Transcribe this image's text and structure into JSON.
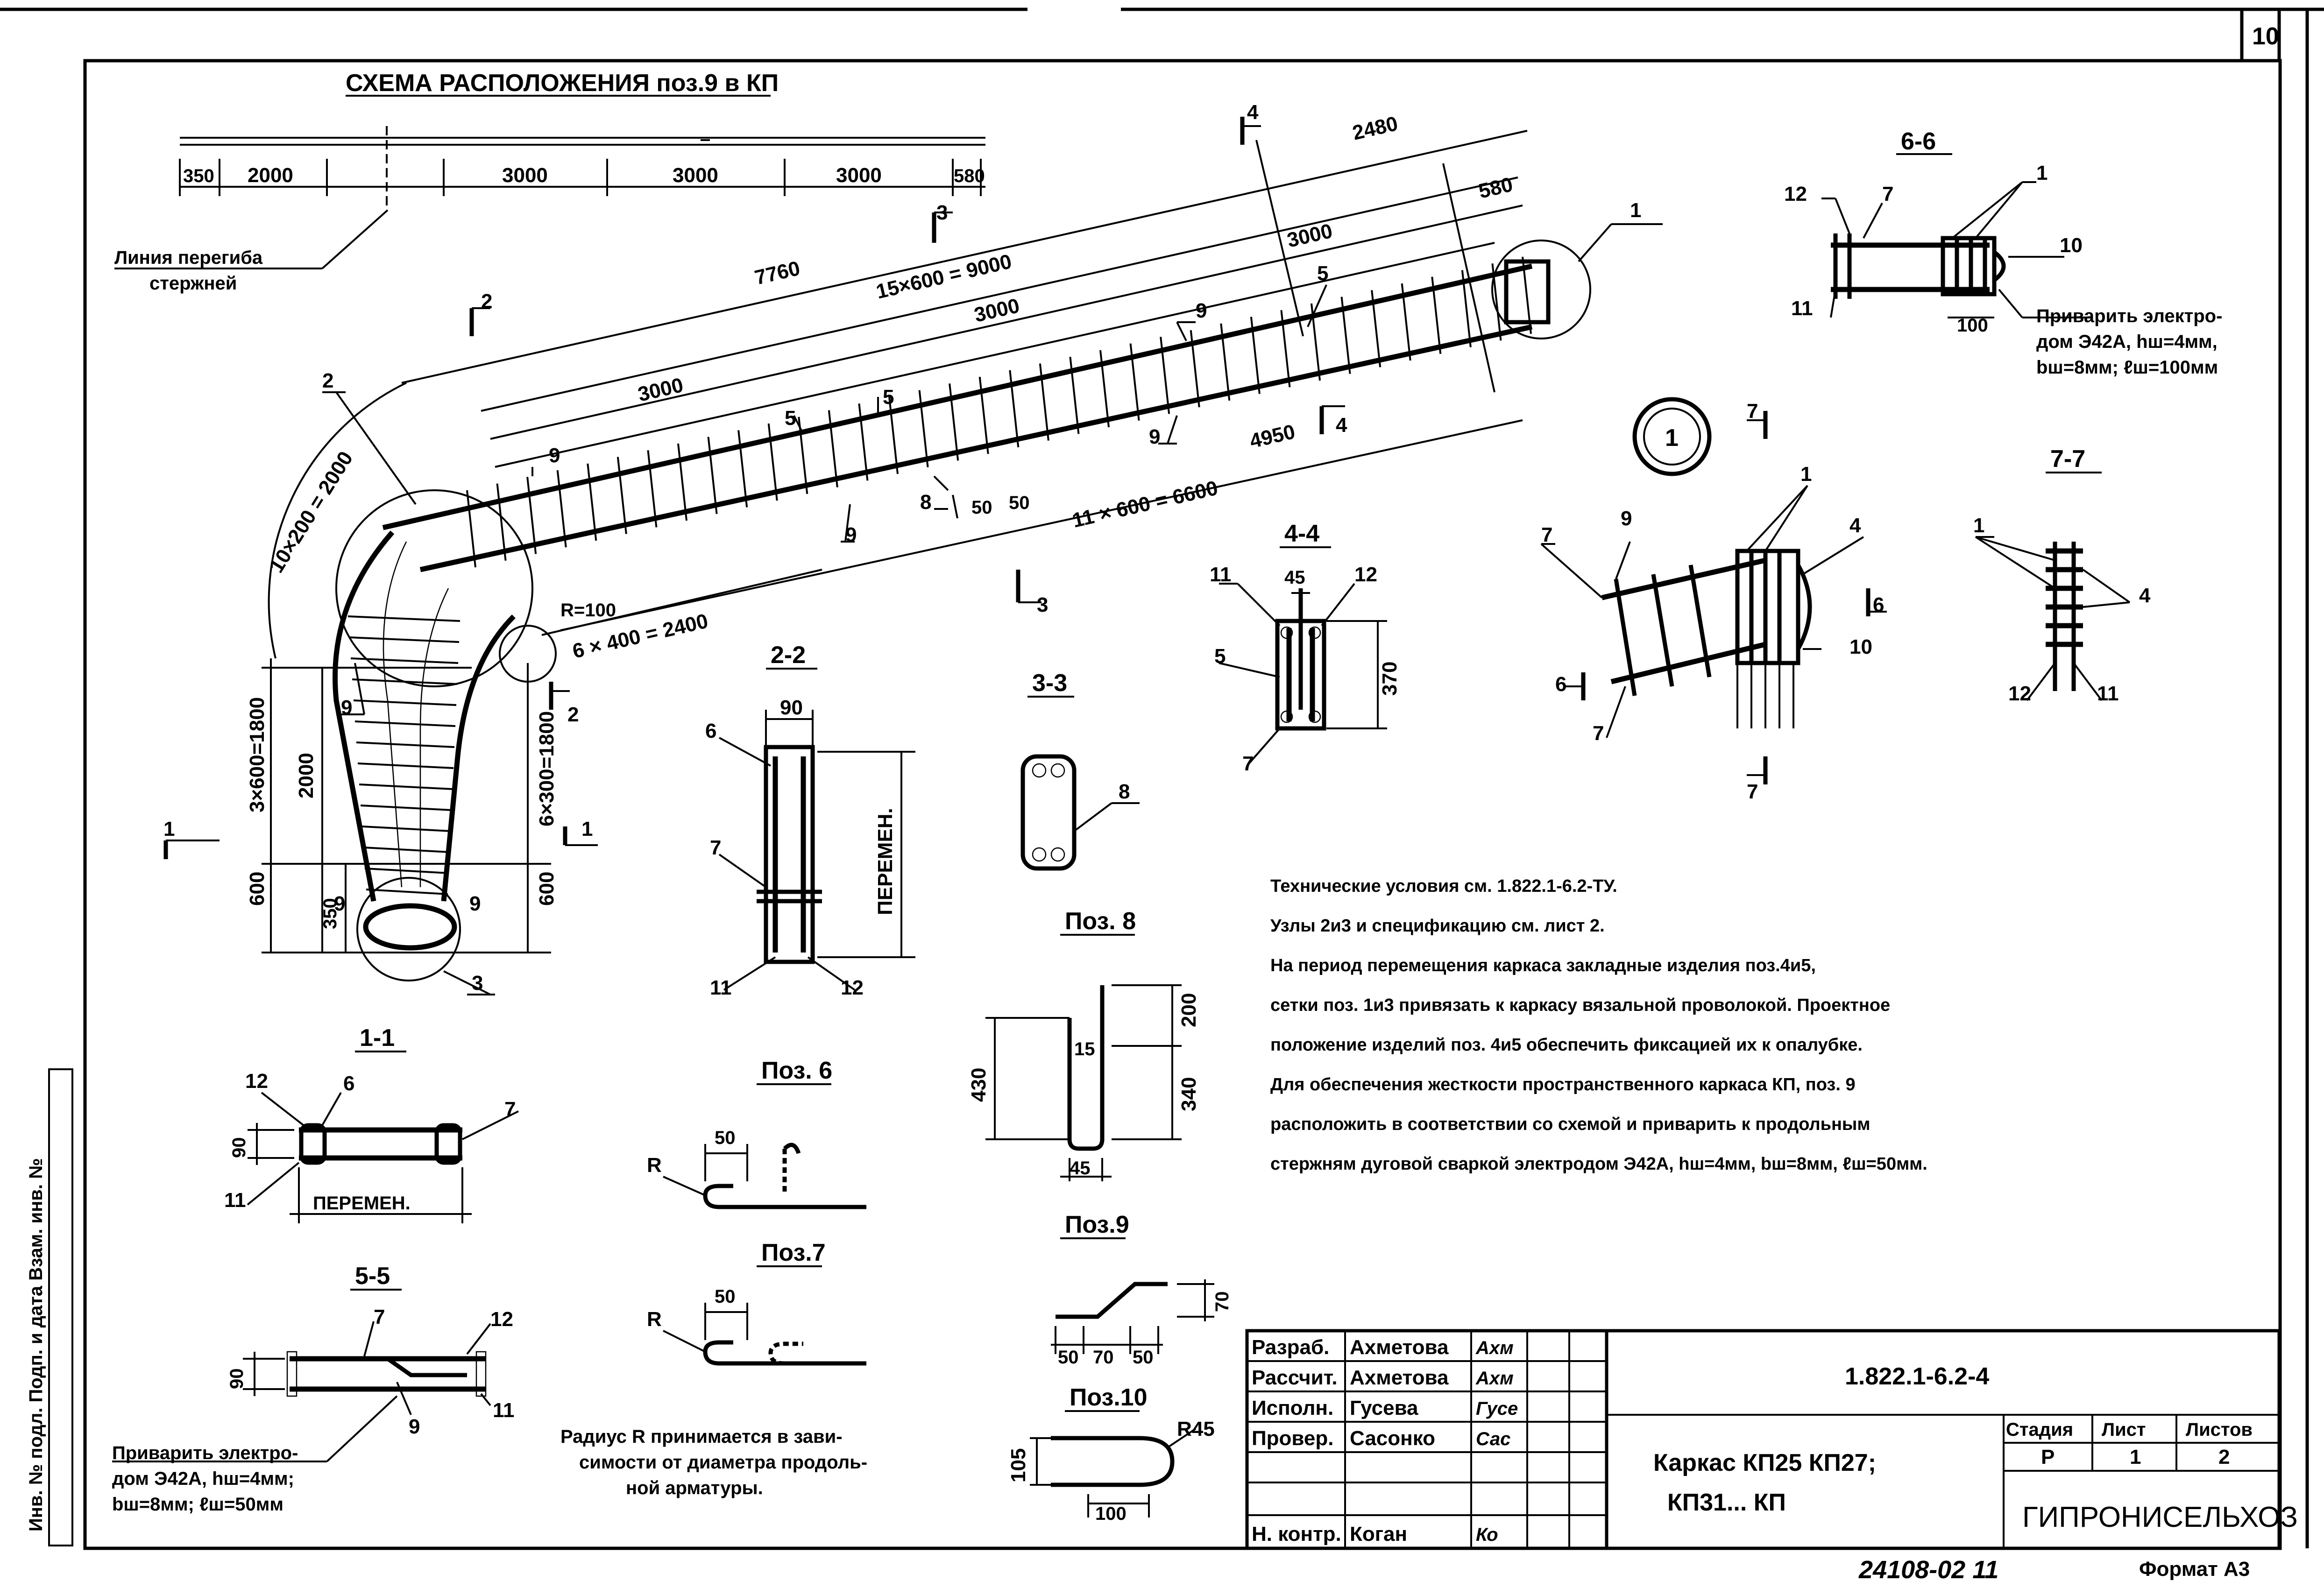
{
  "sheet": {
    "page_number": "10",
    "format": "Формат А3",
    "inventory_number": "24108-02 11"
  },
  "scheme": {
    "title": "СХЕМА РАСПОЛОЖЕНИЯ поз.9 в КП",
    "top_dims": [
      "350",
      "2000",
      "3000",
      "3000",
      "3000",
      "580"
    ],
    "bend_line_label_1": "Линия перегиба",
    "bend_line_label_2": "стержней",
    "dims": {
      "d7760": "7760",
      "d15x600": "15×600 = 9000",
      "d2480": "2480",
      "d580": "580",
      "d3000a": "3000",
      "d3000b": "3000",
      "d3000c": "3000",
      "d4950": "4950",
      "d11x600": "11 × 600 = 6600",
      "d6x400": "6 × 400 = 2400",
      "d10x200": "10×200 = 2000",
      "dR100": "R=100",
      "d3x600": "3×600=1800",
      "d2000": "2000",
      "d6x300": "6×300=1800",
      "d600a": "600",
      "d350": "350",
      "d600b": "600",
      "d50a": "50",
      "d50b": "50"
    },
    "callouts": {
      "c1": "1",
      "c2": "2",
      "c3": "3",
      "c5": "5",
      "c8": "8",
      "c9a": "9",
      "c9b": "9",
      "c9c": "9",
      "c9d": "9",
      "c9e": "9",
      "c9f": "9",
      "c9g": "9"
    },
    "section_marks": {
      "s1l": "1",
      "s1r": "1",
      "s2a": "2",
      "s2b": "2",
      "s3a": "3",
      "s3b": "3",
      "s4a": "4",
      "s4b": "4",
      "s5a": "5",
      "s5b": "5"
    }
  },
  "sections": {
    "s66": {
      "title": "6-6",
      "c12": "12",
      "c7": "7",
      "c1": "1",
      "c10": "10",
      "c11": "11",
      "d100": "100",
      "note_1": "Приварить электро-",
      "note_2": "дом Э42А, hш=4мм,",
      "note_3": "bш=8мм; ℓш=100мм"
    },
    "node1": {
      "label": "1",
      "c7a": "7",
      "c9": "9",
      "c1": "1",
      "c4": "4",
      "c10": "10",
      "c7b": "7",
      "m6a": "6",
      "m6b": "6",
      "m7a": "7",
      "m7b": "7"
    },
    "s77": {
      "title": "7-7",
      "c1": "1",
      "c4": "4",
      "c12": "12",
      "c11": "11"
    },
    "s44": {
      "title": "4-4",
      "c11": "11",
      "d45": "45",
      "c12": "12",
      "c5": "5",
      "d370": "370",
      "c7": "7"
    },
    "s22": {
      "title": "2-2",
      "d90": "90",
      "c6": "6",
      "c7": "7",
      "var": "ПЕРЕМЕН.",
      "c11": "11",
      "c12": "12"
    },
    "s33": {
      "title": "3-3",
      "c8": "8"
    },
    "s11": {
      "title": "1-1",
      "c12": "12",
      "c6": "6",
      "c7": "7",
      "d90": "90",
      "c11": "11",
      "var": "ПЕРЕМЕН."
    },
    "s55": {
      "title": "5-5",
      "c7": "7",
      "c12": "12",
      "d90": "90",
      "c11": "11",
      "c9": "9",
      "note_1": "Приварить электро-",
      "note_2": "дом Э42А, hш=4мм;",
      "note_3": "bш=8мм; ℓш=50мм"
    }
  },
  "positions": {
    "p8": {
      "title": "Поз. 8",
      "d430": "430",
      "d200": "200",
      "d340": "340",
      "d45": "45",
      "d15": "15"
    },
    "p6": {
      "title": "Поз. 6",
      "R": "R",
      "d50": "50"
    },
    "p7": {
      "title": "Поз.7",
      "R": "R",
      "d50": "50"
    },
    "p9": {
      "title": "Поз.9",
      "d50a": "50",
      "d70a": "70",
      "d50b": "50",
      "d70b": "70"
    },
    "p10": {
      "title": "Поз.10",
      "R45": "R45",
      "d105": "105",
      "d100": "100"
    },
    "radius_note_1": "Радиус R принимается в зави-",
    "radius_note_2": "симости от диаметра продоль-",
    "radius_note_3": "ной арматуры."
  },
  "notes": [
    "Технические условия см. 1.822.1-6.2-ТУ.",
    "Узлы 2и3 и спецификацию см. лист 2.",
    "На период перемещения каркаса закладные изделия поз.4и5,",
    "сетки поз. 1и3 привязать к каркасу вязальной проволокой. Проектное",
    "положение изделий поз. 4и5 обеспечить фиксацией их к опалубке.",
    "Для обеспечения жесткости пространственного каркаса КП, поз. 9",
    "расположить в соответствии со схемой и приварить к продольным",
    "стержням дуговой сваркой электродом Э42А, hш=4мм, bш=8мм, ℓш=50мм."
  ],
  "title_block": {
    "rows": [
      {
        "role": "Разраб.",
        "name": "Ахметова",
        "sign": "Ахм"
      },
      {
        "role": "Рассчит.",
        "name": "Ахметова",
        "sign": "Ахм"
      },
      {
        "role": "Исполн.",
        "name": "Гусева",
        "sign": "Гусе"
      },
      {
        "role": "Провер.",
        "name": "Сасонко",
        "sign": "Сас"
      },
      {
        "role": "",
        "name": "",
        "sign": ""
      },
      {
        "role": "",
        "name": "",
        "sign": ""
      },
      {
        "role": "Н. контр.",
        "name": "Коган",
        "sign": "Ко"
      }
    ],
    "code": "1.822.1-6.2-4",
    "name_1": "Каркас КП25 КП27;",
    "name_2": "КП31... КП",
    "stage_header": "Стадия",
    "sheet_header": "Лист",
    "sheets_header": "Листов",
    "stage": "Р",
    "sheet": "1",
    "sheets": "2",
    "organization": "ГИПРОНИСЕЛЬХОЗ"
  },
  "margin_stamp": "Инв. № подл.  Подп. и дата  Взам. инв. №"
}
